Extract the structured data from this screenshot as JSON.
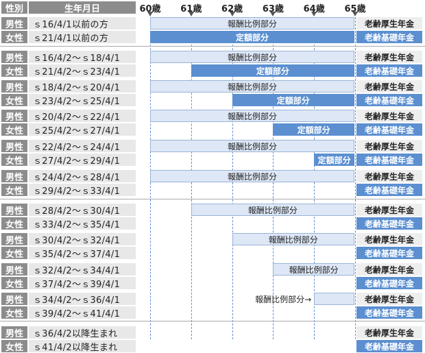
{
  "header": {
    "gender": "性別",
    "birthdate": "生年月日"
  },
  "ages": [
    "60歳",
    "61歳",
    "62歳",
    "63歳",
    "64歳",
    "65歳"
  ],
  "labels": {
    "male": "男性",
    "female": "女性",
    "proportional": "報酬比例部分",
    "fixed": "定額部分",
    "proportional_arrow": "報酬比例部分→",
    "kosei": "老齢厚生年金",
    "kiso": "老齢基礎年金"
  },
  "groups": [
    {
      "male_range": "ｓ16/4/1以前の方",
      "female_range": "ｓ21/4/1以前の方",
      "proportional_start_age": 60,
      "fixed_start_age": 60
    },
    {
      "male_range": "ｓ16/4/2～ｓ18/4/1",
      "female_range": "ｓ21/4/2～ｓ23/4/1",
      "proportional_start_age": 60,
      "fixed_start_age": 61
    },
    {
      "male_range": "ｓ18/4/2～ｓ20/4/1",
      "female_range": "ｓ23/4/2～ｓ25/4/1",
      "proportional_start_age": 60,
      "fixed_start_age": 62
    },
    {
      "male_range": "ｓ20/4/2～ｓ22/4/1",
      "female_range": "ｓ25/4/2～ｓ27/4/1",
      "proportional_start_age": 60,
      "fixed_start_age": 63
    },
    {
      "male_range": "ｓ22/4/2～ｓ24/4/1",
      "female_range": "ｓ27/4/2～ｓ29/4/1",
      "proportional_start_age": 60,
      "fixed_start_age": 64
    },
    {
      "male_range": "ｓ24/4/2～ｓ28/4/1",
      "female_range": "ｓ29/4/2～ｓ33/4/1",
      "proportional_start_age": 60,
      "fixed_start_age": null
    },
    {
      "male_range": "ｓ28/4/2～ｓ30/4/1",
      "female_range": "ｓ33/4/2～ｓ35/4/1",
      "proportional_start_age": 61,
      "fixed_start_age": null
    },
    {
      "male_range": "ｓ30/4/2～ｓ32/4/1",
      "female_range": "ｓ35/4/2～ｓ37/4/1",
      "proportional_start_age": 62,
      "fixed_start_age": null
    },
    {
      "male_range": "ｓ32/4/2～ｓ34/4/1",
      "female_range": "ｓ37/4/2～ｓ39/4/1",
      "proportional_start_age": 63,
      "fixed_start_age": null
    },
    {
      "male_range": "ｓ34/4/2～ｓ36/4/1",
      "female_range": "ｓ39/4/2～ｓ41/4/1",
      "proportional_start_age": 64,
      "fixed_start_age": null
    },
    {
      "male_range": "ｓ36/4/2以降生まれ",
      "female_range": "ｓ41/4/2以降生まれ",
      "proportional_start_age": null,
      "fixed_start_age": null
    }
  ],
  "colors": {
    "gray_label": "#8c8c8c",
    "blue_dark": "#5b8fd0",
    "blue_light": "#dde7f6"
  }
}
